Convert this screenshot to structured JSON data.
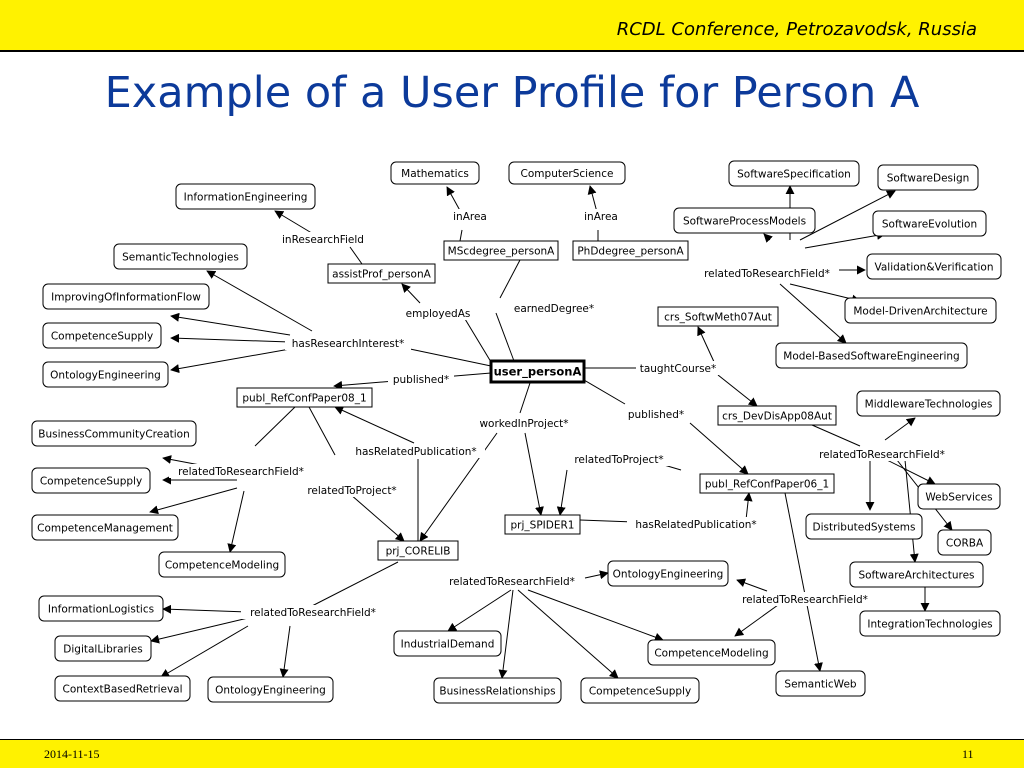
{
  "header": {
    "conference": "RCDL Conference, Petrozavodsk, Russia"
  },
  "title": "Example of a User Profile for Person A",
  "footer": {
    "date": "2014-11-15",
    "page": "11"
  },
  "diagram": {
    "nodes": [
      {
        "id": "user",
        "label": "user_personA",
        "kind": "center"
      },
      {
        "id": "math",
        "label": "Mathematics",
        "kind": "class"
      },
      {
        "id": "cs",
        "label": "ComputerScience",
        "kind": "class"
      },
      {
        "id": "msc",
        "label": "MScdegree_personA",
        "kind": "instance"
      },
      {
        "id": "phd",
        "label": "PhDdegree_personA",
        "kind": "instance"
      },
      {
        "id": "ie",
        "label": "InformationEngineering",
        "kind": "class"
      },
      {
        "id": "ap",
        "label": "assistProf_personA",
        "kind": "instance"
      },
      {
        "id": "st",
        "label": "SemanticTechnologies",
        "kind": "class"
      },
      {
        "id": "iif",
        "label": "ImprovingOfInformationFlow",
        "kind": "class"
      },
      {
        "id": "cs1",
        "label": "CompetenceSupply",
        "kind": "class"
      },
      {
        "id": "oe1",
        "label": "OntologyEngineering",
        "kind": "class"
      },
      {
        "id": "ss",
        "label": "SoftwareSpecification",
        "kind": "class"
      },
      {
        "id": "sd",
        "label": "SoftwareDesign",
        "kind": "class"
      },
      {
        "id": "spm",
        "label": "SoftwareProcessModels",
        "kind": "class"
      },
      {
        "id": "se",
        "label": "SoftwareEvolution",
        "kind": "class"
      },
      {
        "id": "vv",
        "label": "Validation&Verification",
        "kind": "class"
      },
      {
        "id": "mda",
        "label": "Model-DrivenArchitecture",
        "kind": "class"
      },
      {
        "id": "mbse",
        "label": "Model-BasedSoftwareEngineering",
        "kind": "class"
      },
      {
        "id": "crs1",
        "label": "crs_SoftwMeth07Aut",
        "kind": "instance"
      },
      {
        "id": "crs2",
        "label": "crs_DevDisApp08Aut",
        "kind": "instance"
      },
      {
        "id": "mw",
        "label": "MiddlewareTechnologies",
        "kind": "class"
      },
      {
        "id": "ws",
        "label": "WebServices",
        "kind": "class"
      },
      {
        "id": "dsys",
        "label": "DistributedSystems",
        "kind": "class"
      },
      {
        "id": "corba",
        "label": "CORBA",
        "kind": "class"
      },
      {
        "id": "sa",
        "label": "SoftwareArchitectures",
        "kind": "class"
      },
      {
        "id": "it",
        "label": "IntegrationTechnologies",
        "kind": "class"
      },
      {
        "id": "p08",
        "label": "publ_RefConfPaper08_1",
        "kind": "instance"
      },
      {
        "id": "p06",
        "label": "publ_RefConfPaper06_1",
        "kind": "instance"
      },
      {
        "id": "bcc",
        "label": "BusinessCommunityCreation",
        "kind": "class"
      },
      {
        "id": "cs2",
        "label": "CompetenceSupply",
        "kind": "class"
      },
      {
        "id": "cm1",
        "label": "CompetenceManagement",
        "kind": "class"
      },
      {
        "id": "cmod1",
        "label": "CompetenceModeling",
        "kind": "class"
      },
      {
        "id": "corelib",
        "label": "prj_CORELIB",
        "kind": "instance"
      },
      {
        "id": "spider",
        "label": "prj_SPIDER1",
        "kind": "instance"
      },
      {
        "id": "il",
        "label": "InformationLogistics",
        "kind": "class"
      },
      {
        "id": "dl",
        "label": "DigitalLibraries",
        "kind": "class"
      },
      {
        "id": "cbr",
        "label": "ContextBasedRetrieval",
        "kind": "class"
      },
      {
        "id": "oe2",
        "label": "OntologyEngineering",
        "kind": "class"
      },
      {
        "id": "oe3",
        "label": "OntologyEngineering",
        "kind": "class"
      },
      {
        "id": "ind",
        "label": "IndustrialDemand",
        "kind": "class"
      },
      {
        "id": "br",
        "label": "BusinessRelationships",
        "kind": "class"
      },
      {
        "id": "cs3",
        "label": "CompetenceSupply",
        "kind": "class"
      },
      {
        "id": "cmod2",
        "label": "CompetenceModeling",
        "kind": "class"
      },
      {
        "id": "sw",
        "label": "SemanticWeb",
        "kind": "class"
      }
    ],
    "edge_labels": {
      "inArea": "inArea",
      "earnedDegree": "earnedDegree*",
      "inResearchField": "inResearchField",
      "employedAs": "employedAs",
      "hasResearchInterest": "hasResearchInterest*",
      "published": "published*",
      "taughtCourse": "taughtCourse*",
      "relatedToResearchField": "relatedToResearchField*",
      "workedInProject": "workedInProject*",
      "hasRelatedPublication": "hasRelatedPublication*",
      "relatedToProject": "relatedToProject*"
    }
  }
}
